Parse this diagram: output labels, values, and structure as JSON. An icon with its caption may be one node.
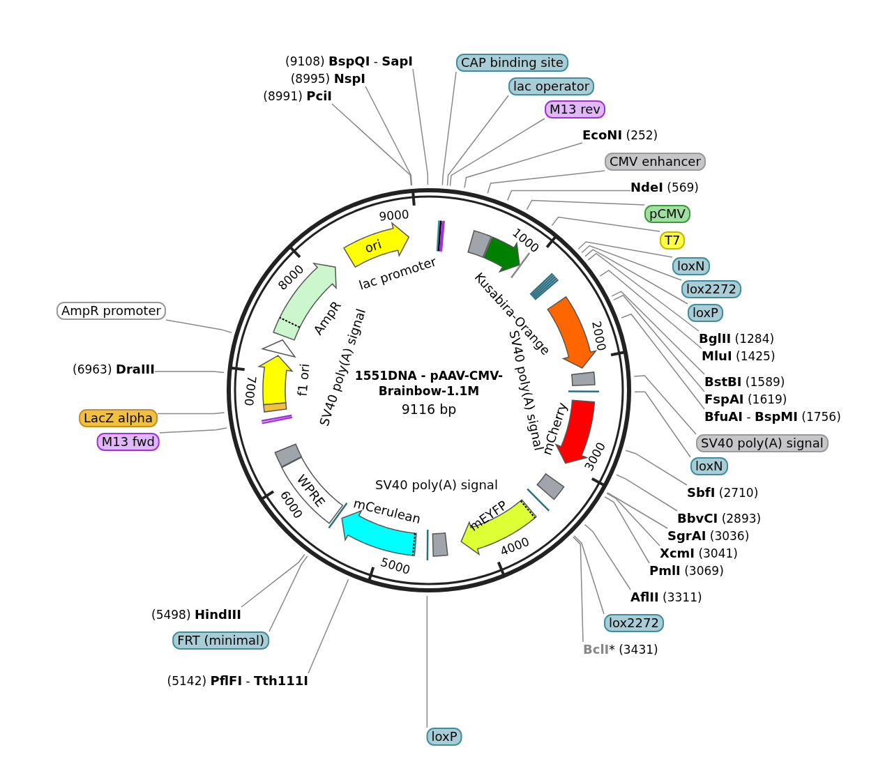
{
  "diagram": {
    "title": "1551DNA - pAAV-CMV-Brainbow-1.1M",
    "nodes": [
      {
        "text": [
          "(9108) **BspQI** - **SapI**"
        ]
      },
      {
        "text": [
          "(8995) **NspI**"
        ]
      },
      {
        "text": [
          "(8991) **PciI**"
        ]
      },
      {
        "text": [
          "CAP binding site"
        ]
      },
      {
        "text": [
          "lac operator"
        ]
      },
      {
        "text": [
          "M13 rev"
        ]
      },
      {
        "text": [
          "**EcoNI** (252)"
        ]
      },
      {
        "text": [
          "CMV enhancer"
        ]
      },
      {
        "text": [
          "**NdeI** (569)"
        ]
      },
      {
        "text": [
          "pCMV"
        ]
      },
      {
        "text": [
          "T7"
        ]
      },
      {
        "text": [
          "loxN"
        ]
      },
      {
        "text": [
          "lox2272"
        ]
      },
      {
        "text": [
          "loxP"
        ]
      },
      {
        "text": [
          "**BglII** (1284)"
        ]
      },
      {
        "text": [
          "**MluI** (1425)"
        ]
      },
      {
        "text": [
          "**BstBI** (1589)"
        ]
      },
      {
        "text": [
          "**FspAI** (1619)"
        ]
      },
      {
        "text": [
          "**BfuAI** - **BspMI** (1756)"
        ]
      },
      {
        "text": [
          "SV40 poly(A) signal"
        ]
      },
      {
        "text": [
          "loxN"
        ]
      },
      {
        "text": [
          "**SbfI** (2710)"
        ]
      },
      {
        "text": [
          "**BbvCI** (2893)"
        ]
      },
      {
        "text": [
          "**SgrAI** (3036)"
        ]
      },
      {
        "text": [
          "**XcmI** (3041)"
        ]
      },
      {
        "text": [
          "**PmlI** (3069)"
        ]
      },
      {
        "text": [
          "**AflII** (3311)"
        ]
      },
      {
        "text": [
          "lox2272"
        ]
      },
      {
        "text": [
          "**BclI*** (3431)"
        ]
      },
      {
        "text": [
          "loxP"
        ]
      },
      {
        "text": [
          "AmpR promoter"
        ]
      },
      {
        "text": [
          "(6963) **DraIII**"
        ]
      },
      {
        "text": [
          "LacZ alpha"
        ]
      },
      {
        "text": [
          "M13 fwd"
        ]
      },
      {
        "text": [
          "(5498) **HindIII**"
        ]
      },
      {
        "text": [
          "FRT (minimal)"
        ]
      },
      {
        "text": [
          "(5142) **PflFI** - **Tth111I**"
        ]
      },
      {
        "text": [
          "ori"
        ]
      },
      {
        "text": [
          "WPRE"
        ]
      }
    ],
    "edges": [
      {
        "from": 0,
        "to": null,
        "arrow": "none"
      },
      {
        "from": 1,
        "to": null,
        "arrow": "none"
      },
      {
        "from": 2,
        "to": null,
        "arrow": "none"
      },
      {
        "from": 3,
        "to": null,
        "arrow": "none"
      },
      {
        "from": 4,
        "to": null,
        "arrow": "none"
      },
      {
        "from": 5,
        "to": null,
        "arrow": "none"
      },
      {
        "from": 6,
        "to": null,
        "arrow": "none"
      },
      {
        "from": 7,
        "to": null,
        "arrow": "none"
      },
      {
        "from": 8,
        "to": null,
        "arrow": "none"
      },
      {
        "from": 9,
        "to": null,
        "arrow": "none"
      },
      {
        "from": 10,
        "to": null,
        "arrow": "none"
      },
      {
        "from": 11,
        "to": null,
        "arrow": "none"
      },
      {
        "from": 12,
        "to": null,
        "arrow": "none"
      },
      {
        "from": 13,
        "to": null,
        "arrow": "none"
      },
      {
        "from": 14,
        "to": null,
        "arrow": "none"
      },
      {
        "from": 15,
        "to": null,
        "arrow": "none"
      },
      {
        "from": 16,
        "to": null,
        "arrow": "none"
      },
      {
        "from": 17,
        "to": null,
        "arrow": "none"
      },
      {
        "from": 18,
        "to": null,
        "arrow": "none"
      },
      {
        "from": 19,
        "to": null,
        "arrow": "none"
      },
      {
        "from": 20,
        "to": null,
        "arrow": "none"
      },
      {
        "from": 21,
        "to": null,
        "arrow": "none"
      },
      {
        "from": 22,
        "to": null,
        "arrow": "none"
      },
      {
        "from": 23,
        "to": null,
        "arrow": "none"
      },
      {
        "from": 24,
        "to": null,
        "arrow": "none"
      },
      {
        "from": 25,
        "to": null,
        "arrow": "none"
      },
      {
        "from": 26,
        "to": null,
        "arrow": "none"
      },
      {
        "from": 27,
        "to": null,
        "arrow": "none"
      },
      {
        "from": 28,
        "to": null,
        "arrow": "none"
      },
      {
        "from": 29,
        "to": null,
        "arrow": "none"
      },
      {
        "from": 30,
        "to": null,
        "arrow": "none"
      },
      {
        "from": 31,
        "to": null,
        "arrow": "none"
      },
      {
        "from": 32,
        "to": null,
        "arrow": "none"
      },
      {
        "from": 33,
        "to": null,
        "arrow": "none"
      },
      {
        "from": 34,
        "to": null,
        "arrow": "none"
      },
      {
        "from": 35,
        "to": null,
        "arrow": "none"
      },
      {
        "from": 36,
        "to": null,
        "arrow": "none"
      }
    ],
    "labels": [
      "9000",
      "1000",
      "2000",
      "3000",
      "4000",
      "5000",
      "6000",
      "7000",
      "8000",
      "9116 bp",
      "lac promoter",
      "Kusabira-Orange",
      "SV40 poly(A) signal",
      "mCherry",
      "SV40 poly(A) signal",
      "mEYFP",
      "mCerulean",
      "SV40 poly(A) signal",
      "f1 ori",
      "AmpR"
    ]
  }
}
